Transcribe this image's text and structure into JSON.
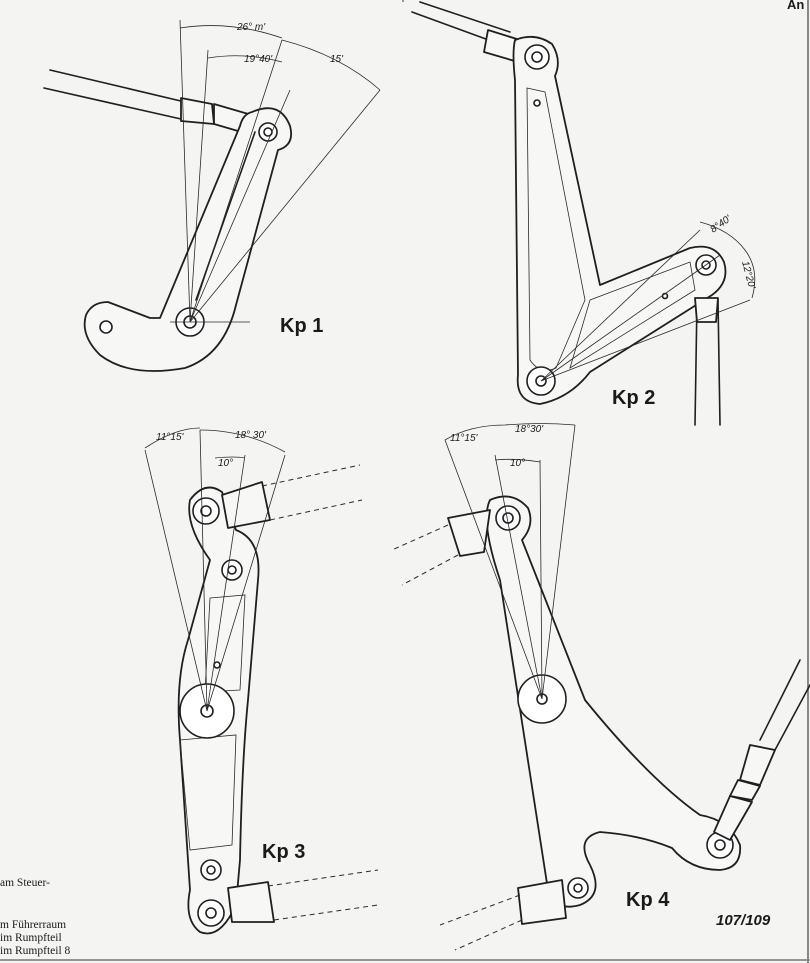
{
  "corner_label": "An",
  "figure_ref": "107/109",
  "kp1": {
    "label": "Kp 1",
    "angle_a": "26° m'",
    "angle_b": "19°40'",
    "angle_c": "15'"
  },
  "kp2": {
    "label": "Kp 2",
    "angle_a": "8°40'",
    "angle_b": "12°20'"
  },
  "kp3": {
    "label": "Kp 3",
    "angle_a": "11°15'",
    "angle_b": "18° 30'",
    "angle_c": "10°"
  },
  "kp4": {
    "label": "Kp 4",
    "angle_a": "11°15'",
    "angle_b": "18°30'",
    "angle_c": "10°"
  },
  "legend_lines": [
    "am Steuer-",
    "m Führerraum",
    "im Rumpfteil",
    "im Rumpfteil 8"
  ]
}
